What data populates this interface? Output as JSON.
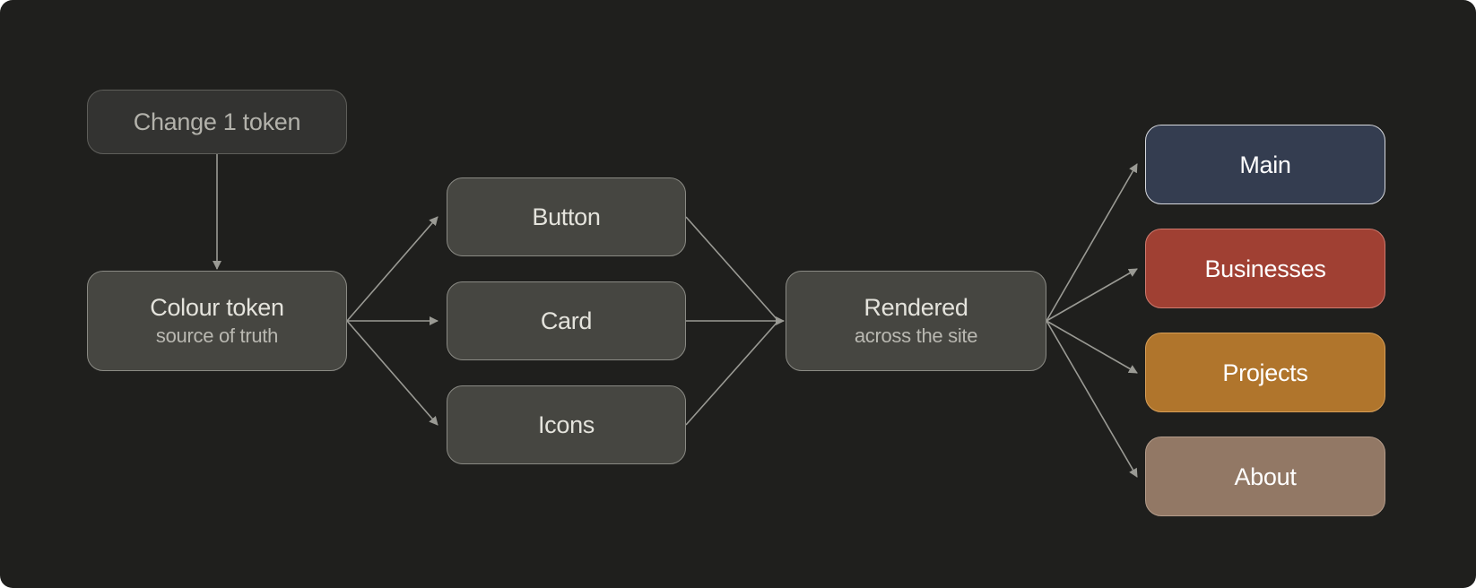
{
  "diagram": {
    "nodes": {
      "change": {
        "title": "Change 1 token"
      },
      "colour": {
        "title": "Colour token",
        "subtitle": "source of truth"
      },
      "button": {
        "title": "Button"
      },
      "card": {
        "title": "Card"
      },
      "icons": {
        "title": "Icons"
      },
      "rendered": {
        "title": "Rendered",
        "subtitle": "across the site"
      },
      "main": {
        "title": "Main"
      },
      "businesses": {
        "title": "Businesses"
      },
      "projects": {
        "title": "Projects"
      },
      "about": {
        "title": "About"
      }
    },
    "edges": [
      {
        "from": "change",
        "to": "colour",
        "arrow": true
      },
      {
        "from": "colour",
        "to": "button",
        "arrow": true
      },
      {
        "from": "colour",
        "to": "card",
        "arrow": true
      },
      {
        "from": "colour",
        "to": "icons",
        "arrow": true
      },
      {
        "from": "button",
        "to": "rendered",
        "arrow": false
      },
      {
        "from": "card",
        "to": "rendered",
        "arrow": true
      },
      {
        "from": "icons",
        "to": "rendered",
        "arrow": false
      },
      {
        "from": "rendered",
        "to": "main",
        "arrow": true
      },
      {
        "from": "rendered",
        "to": "businesses",
        "arrow": true
      },
      {
        "from": "rendered",
        "to": "projects",
        "arrow": true
      },
      {
        "from": "rendered",
        "to": "about",
        "arrow": true
      }
    ],
    "colors": {
      "background": "#1f1f1d",
      "node_fill": "#464641",
      "edge": "#9a9a94",
      "main": "#343d50",
      "businesses": "#a04033",
      "projects": "#b0752c",
      "about": "#927865"
    }
  }
}
